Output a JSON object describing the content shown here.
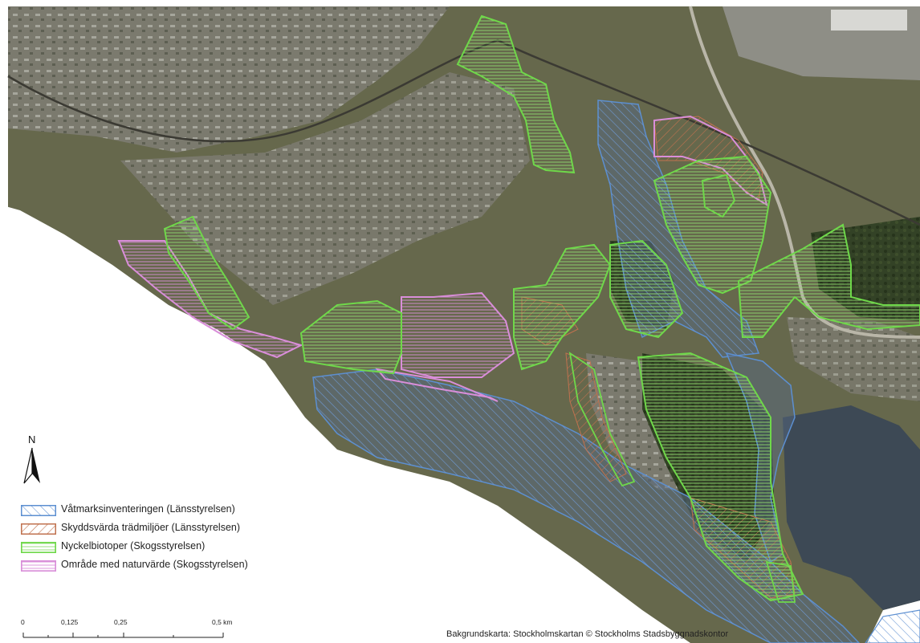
{
  "map": {
    "north_label": "N",
    "north_icon": "north-arrow-icon",
    "legend": [
      {
        "label": "Våtmarksinventeringen (Länsstyrelsen)",
        "stroke": "#5c8fd1",
        "hatch": "#6f9bd6",
        "pattern": "diag-up"
      },
      {
        "label": "Skyddsvärda trädmiljöer (Länsstyrelsen)",
        "stroke": "#c0724f",
        "hatch": "#c0724f",
        "pattern": "diag-down"
      },
      {
        "label": "Nyckelbiotoper (Skogsstyrelsen)",
        "stroke": "#6fd84a",
        "hatch": "#8fd96e",
        "pattern": "horizontal"
      },
      {
        "label": "Område med naturvärde (Skogsstyrelsen)",
        "stroke": "#d98ed9",
        "hatch": "#d98ed9",
        "pattern": "horizontal"
      }
    ],
    "scale": {
      "labels": [
        "0",
        "0,125",
        "0,25",
        "0,5 km"
      ]
    },
    "credit": "Bakgrundskarta: Stockholmskartan © Stockholms Stadsbyggnadskontor",
    "colors": {
      "aerial": "#5c6246",
      "forest": "#2f3d22",
      "water": "#3e4a57",
      "urban": "#8c8a82",
      "wetland_fill": "#5a6a82"
    }
  }
}
